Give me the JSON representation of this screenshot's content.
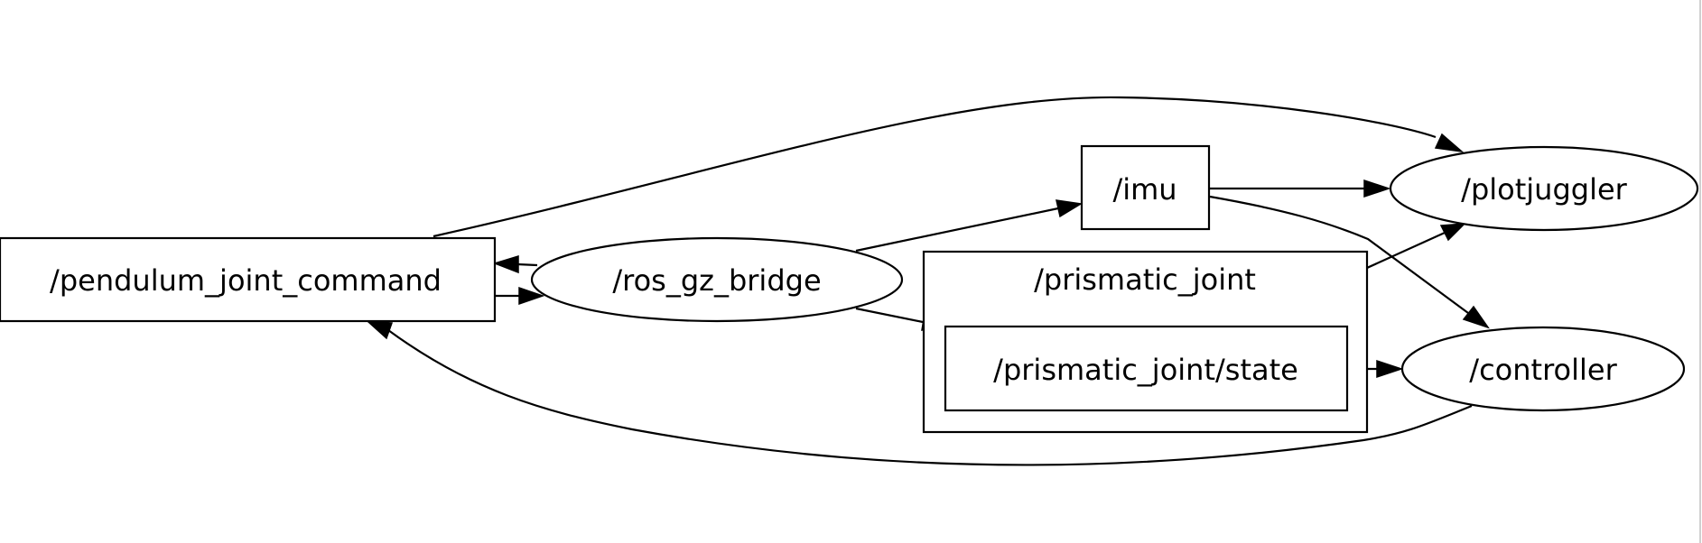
{
  "nodes": {
    "pendulum_joint_command": "/pendulum_joint_command",
    "ros_gz_bridge": "/ros_gz_bridge",
    "imu": "/imu",
    "prismatic_joint": "/prismatic_joint",
    "prismatic_joint_state": "/prismatic_joint/state",
    "plotjuggler": "/plotjuggler",
    "controller": "/controller"
  },
  "node_kinds": {
    "topics": [
      "pendulum_joint_command",
      "imu",
      "prismatic_joint_state"
    ],
    "nodes": [
      "ros_gz_bridge",
      "plotjuggler",
      "controller"
    ],
    "namespaces": [
      "prismatic_joint"
    ]
  },
  "edges": [
    {
      "from": "pendulum_joint_command",
      "to": "plotjuggler"
    },
    {
      "from": "ros_gz_bridge",
      "to": "pendulum_joint_command"
    },
    {
      "from": "pendulum_joint_command",
      "to": "ros_gz_bridge"
    },
    {
      "from": "ros_gz_bridge",
      "to": "imu"
    },
    {
      "from": "ros_gz_bridge",
      "to": "prismatic_joint_state"
    },
    {
      "from": "imu",
      "to": "plotjuggler"
    },
    {
      "from": "imu",
      "to": "controller"
    },
    {
      "from": "prismatic_joint_state",
      "to": "plotjuggler"
    },
    {
      "from": "prismatic_joint_state",
      "to": "controller"
    },
    {
      "from": "controller",
      "to": "pendulum_joint_command"
    }
  ]
}
